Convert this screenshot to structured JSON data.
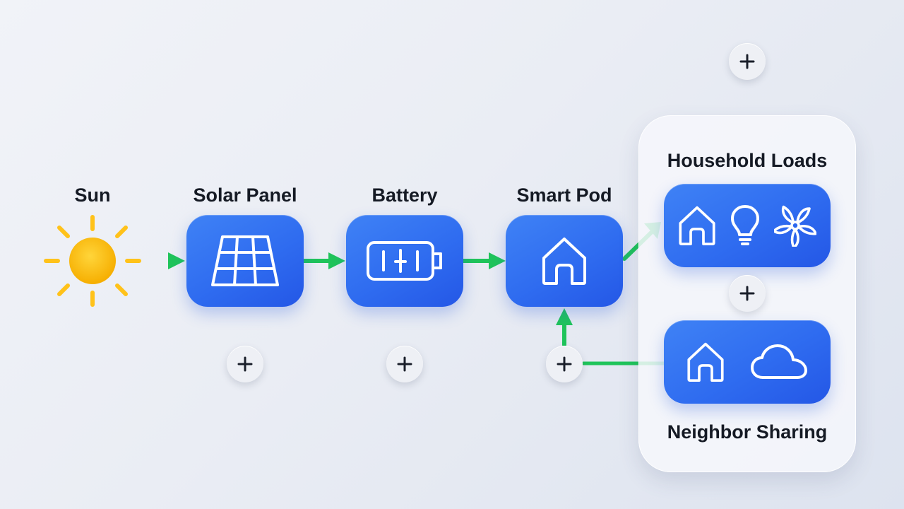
{
  "nodes": {
    "sun": {
      "label": "Sun"
    },
    "solar_panel": {
      "label": "Solar Panel",
      "icon": "solar-panel-icon"
    },
    "battery": {
      "label": "Battery",
      "icon": "battery-icon"
    },
    "smart_pod": {
      "label": "Smart Pod",
      "icon": "house-icon"
    }
  },
  "group": {
    "household_loads": {
      "label": "Household Loads",
      "icons": [
        "house-icon",
        "lightbulb-icon",
        "fan-icon"
      ]
    },
    "neighbor_sharing": {
      "label": "Neighbor Sharing",
      "icons": [
        "house-icon",
        "cloud-icon"
      ]
    }
  },
  "add_buttons": [
    "solar-panel",
    "battery",
    "smart-pod",
    "top",
    "group-middle"
  ],
  "colors": {
    "node_blue": "#2f6cf0",
    "flow_green": "#1fc45a",
    "sun_yellow": "#ffc21a",
    "background": "#eef0f5"
  }
}
